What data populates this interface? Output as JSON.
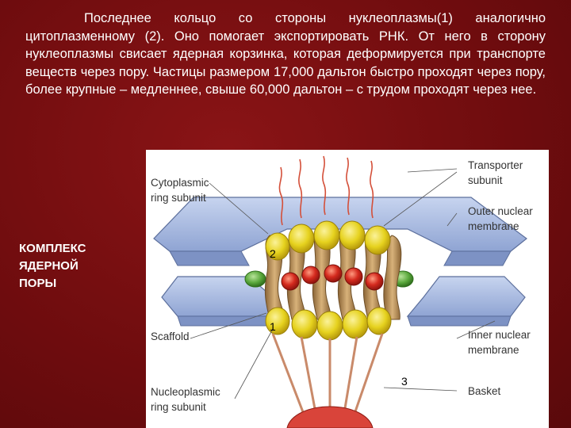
{
  "paragraph": "Последнее кольцо со стороны нуклеоплазмы(1) аналогично цитоплазменному (2). Оно помогает экспортировать РНК. От него в сторону нуклеоплазмы свисает ядерная корзинка, которая деформируется при транспорте веществ через пору. Частицы размером 17,000 дальтон быстро проходят через пору, более крупные – медленнее, свыше 60,000 дальтон – с трудом проходят через нее.",
  "side_label": [
    "КОМПЛЕКС",
    "ЯДЕРНОЙ",
    "ПОРЫ"
  ],
  "diagram": {
    "labels": {
      "cytoplasmic_ring": [
        "Cytoplasmic",
        "ring subunit"
      ],
      "transporter": [
        "Transporter",
        "subunit"
      ],
      "outer_membrane": [
        "Outer nuclear",
        "membrane"
      ],
      "scaffold": "Scaffold",
      "inner_membrane": [
        "Inner nuclear",
        "membrane"
      ],
      "nucleoplasmic_ring": [
        "Nucleoplasmic",
        "ring subunit"
      ],
      "basket": "Basket"
    },
    "numbers": {
      "n1": "1",
      "n2": "2",
      "n3": "3"
    },
    "colors": {
      "membrane": "#9fb4de",
      "ring": "#e6d21e",
      "scaffold": "#b58a54",
      "transporter": "#d42a1e",
      "green_plug": "#5aa83c",
      "basket": "#d9443a"
    }
  }
}
